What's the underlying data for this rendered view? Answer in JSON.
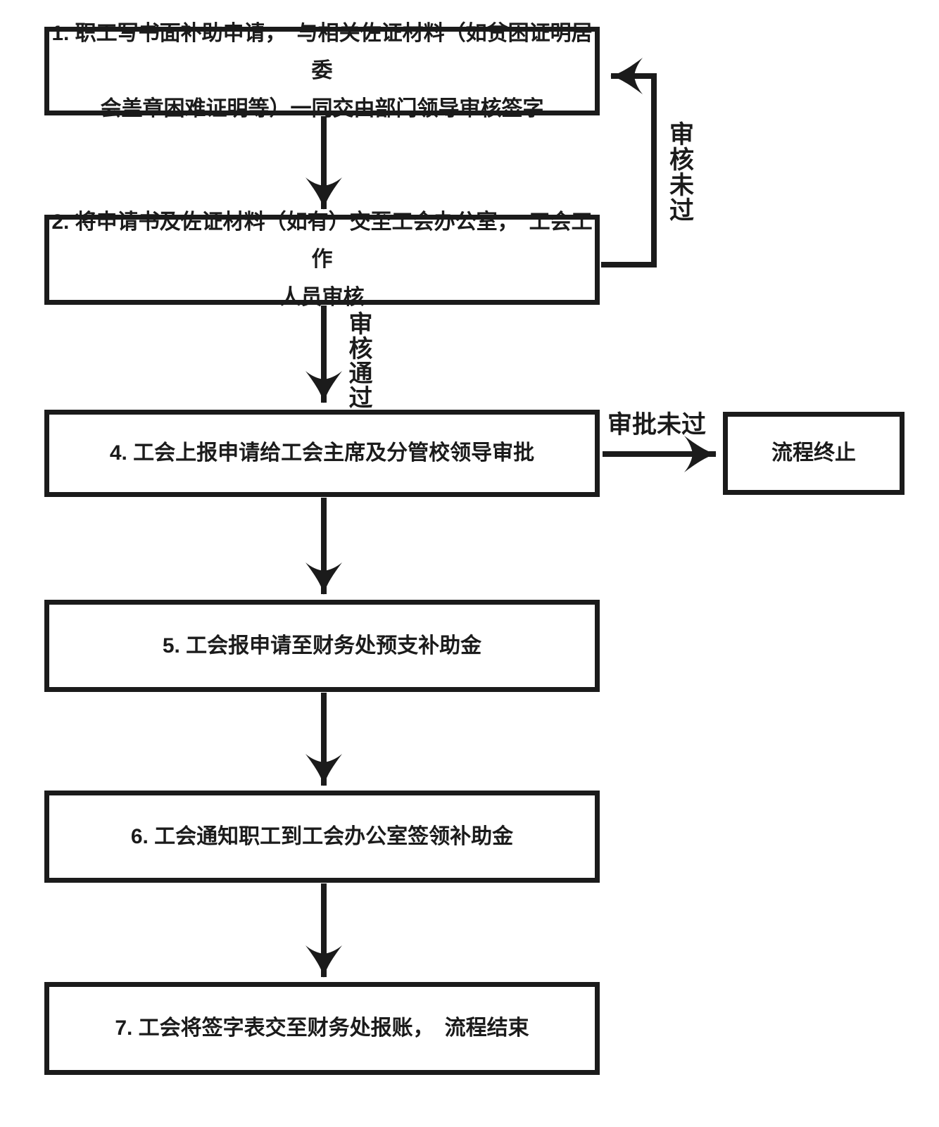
{
  "colors": {
    "ink": "#1b1b1b",
    "background": "#ffffff"
  },
  "flow": {
    "steps": [
      {
        "id": "step-1",
        "lines": [
          "1. 职工写书面补助申请，　与相关佐证材料（如贫困证明居委",
          "会盖章困难证明等）一同交由部门领导审核签字"
        ]
      },
      {
        "id": "step-2",
        "lines": [
          "2. 将申请书及佐证材料（如有）交至工会办公室，　工会工作",
          "人员审核"
        ]
      },
      {
        "id": "step-4",
        "lines": [
          "4. 工会上报申请给工会主席及分管校领导审批"
        ]
      },
      {
        "id": "step-5",
        "lines": [
          "5. 工会报申请至财务处预支补助金"
        ]
      },
      {
        "id": "step-6",
        "lines": [
          "6. 工会通知职工到工会办公室签领补助金"
        ]
      },
      {
        "id": "step-7",
        "lines": [
          "7. 工会将签字表交至财务处报账，　流程结束"
        ]
      }
    ],
    "terminate": {
      "label": "流程终止"
    },
    "edge_labels": {
      "review_failed": "审核未过",
      "review_passed": "审核通过",
      "approval_failed": "审批未过"
    }
  }
}
